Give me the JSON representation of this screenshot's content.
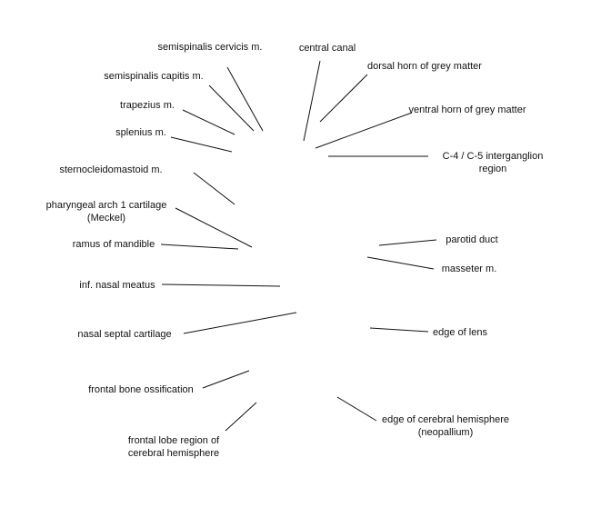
{
  "labels": [
    {
      "id": "semispinalis-cervicis",
      "lines": [
        "semispinalis cervicis m."
      ]
    },
    {
      "id": "central-canal",
      "lines": [
        "central canal"
      ]
    },
    {
      "id": "dorsal-horn",
      "lines": [
        "dorsal horn of grey matter"
      ]
    },
    {
      "id": "semispinalis-capitis",
      "lines": [
        "semispinalis capitis m."
      ]
    },
    {
      "id": "ventral-horn",
      "lines": [
        "ventral horn of grey matter"
      ]
    },
    {
      "id": "trapezius",
      "lines": [
        "trapezius m."
      ]
    },
    {
      "id": "splenius",
      "lines": [
        "splenius m."
      ]
    },
    {
      "id": "intergang-region",
      "lines": [
        "C-4 / C-5 interganglion",
        "region"
      ]
    },
    {
      "id": "sternocleidomastoid",
      "lines": [
        "sternocleidomastoid m."
      ]
    },
    {
      "id": "pharyngeal-arch-1",
      "lines": [
        "pharyngeal arch 1 cartilage",
        "(Meckel)"
      ]
    },
    {
      "id": "ramus-of-mandible",
      "lines": [
        "ramus of mandible"
      ]
    },
    {
      "id": "parotid-duct",
      "lines": [
        "parotid duct"
      ]
    },
    {
      "id": "masseter",
      "lines": [
        "masseter m."
      ]
    },
    {
      "id": "inf-nasal-meatus",
      "lines": [
        "inf. nasal meatus"
      ]
    },
    {
      "id": "nasal-septal-cartilage",
      "lines": [
        "nasal septal cartilage"
      ]
    },
    {
      "id": "edge-of-lens",
      "lines": [
        "edge of lens"
      ]
    },
    {
      "id": "frontal-bone-ossification",
      "lines": [
        "frontal bone ossification"
      ]
    },
    {
      "id": "edge-cerebral-hemisphere",
      "lines": [
        "edge of cerebral hemisphere",
        "(neopallium)"
      ]
    },
    {
      "id": "frontal-lobe-region",
      "lines": [
        "frontal lobe region of",
        "cerebral hemisphere"
      ]
    }
  ]
}
